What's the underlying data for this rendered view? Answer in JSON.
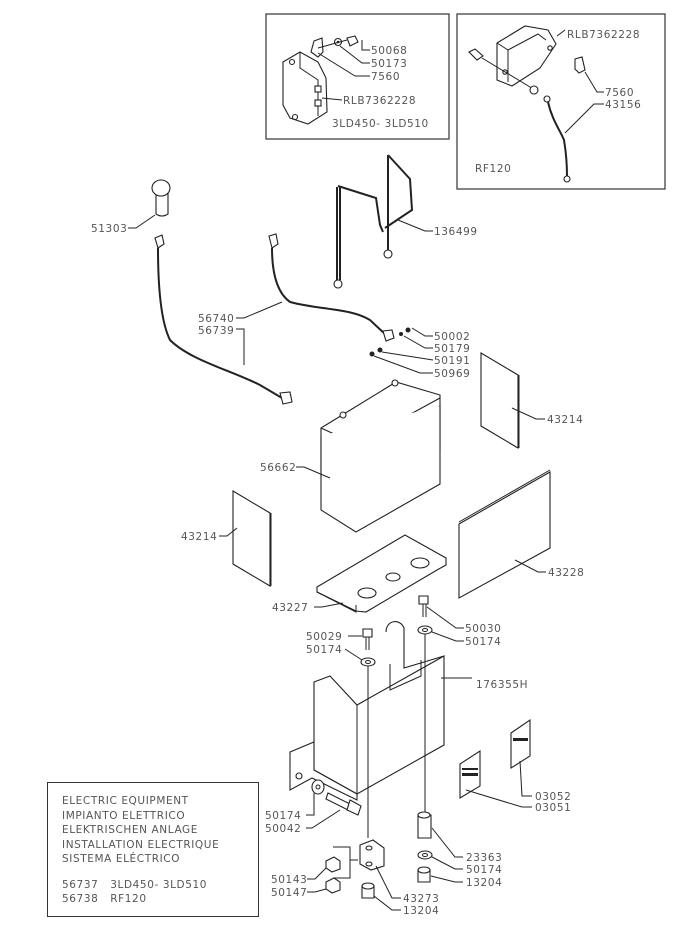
{
  "diagram": {
    "title_lines": [
      "ELECTRIC  EQUIPMENT",
      "IMPIANTO  ELETTRICO",
      "ELEKTRISCHEN  ANLAGE",
      "INSTALLATION  ELECTRIQUE",
      "SISTEMA  ELÉCTRICO"
    ],
    "kits": [
      {
        "code": "56737",
        "model": "3LD450- 3LD510"
      },
      {
        "code": "56738",
        "model": "RF120"
      }
    ],
    "inset_3ld": {
      "model_label": "3LD450- 3LD510",
      "parts": [
        "50068",
        "50173",
        "7560",
        "RLB7362228"
      ]
    },
    "inset_rf120": {
      "model_label": "RF120",
      "parts": [
        "RLB7362228",
        "7560",
        "43156"
      ]
    },
    "parts": [
      {
        "id": "51303",
        "name": "terminal-cap"
      },
      {
        "id": "136499",
        "name": "battery-hold-down-rod"
      },
      {
        "id": "56740",
        "name": "battery-cable-positive"
      },
      {
        "id": "56739",
        "name": "battery-cable-negative"
      },
      {
        "id": "50002",
        "name": "screw"
      },
      {
        "id": "50179",
        "name": "washer"
      },
      {
        "id": "50191",
        "name": "lock-washer"
      },
      {
        "id": "50969",
        "name": "nut"
      },
      {
        "id": "56662",
        "name": "battery"
      },
      {
        "id": "43214",
        "name": "side-pad"
      },
      {
        "id": "43214",
        "name": "side-pad"
      },
      {
        "id": "43228",
        "name": "front-pad"
      },
      {
        "id": "43227",
        "name": "base-pad"
      },
      {
        "id": "50030",
        "name": "bolt"
      },
      {
        "id": "50174",
        "name": "washer"
      },
      {
        "id": "50029",
        "name": "bolt"
      },
      {
        "id": "50174",
        "name": "washer"
      },
      {
        "id": "176355H",
        "name": "battery-tray"
      },
      {
        "id": "03052",
        "name": "label"
      },
      {
        "id": "03051",
        "name": "label"
      },
      {
        "id": "50174",
        "name": "washer"
      },
      {
        "id": "50042",
        "name": "bolt"
      },
      {
        "id": "23363",
        "name": "spacer"
      },
      {
        "id": "50174",
        "name": "washer"
      },
      {
        "id": "13204",
        "name": "bushing"
      },
      {
        "id": "50143",
        "name": "nut"
      },
      {
        "id": "50147",
        "name": "nut"
      },
      {
        "id": "43273",
        "name": "bracket"
      },
      {
        "id": "13204",
        "name": "bushing"
      }
    ]
  }
}
